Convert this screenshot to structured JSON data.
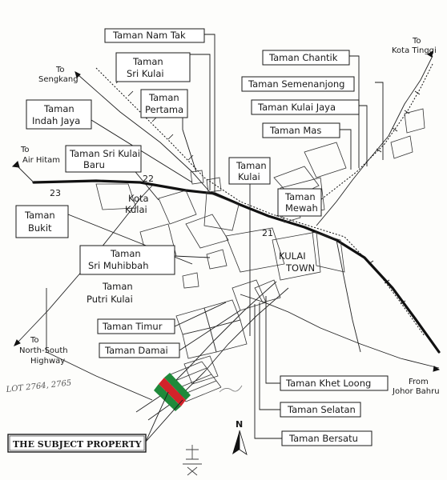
{
  "labels": {
    "nam_tak": [
      "Taman Nam Tak"
    ],
    "sri_kulai": [
      "Taman",
      "Sri Kulai"
    ],
    "pertama": [
      "Taman",
      "Pertama"
    ],
    "indah_jaya": [
      "Taman",
      "Indah Jaya"
    ],
    "sri_kulai_baru": [
      "Taman Sri Kulai",
      "Baru"
    ],
    "kulai": [
      "Taman",
      "Kulai"
    ],
    "chantik": [
      "Taman Chantik"
    ],
    "semenanjong": [
      "Taman Semenanjong"
    ],
    "kulai_jaya": [
      "Taman Kulai Jaya"
    ],
    "mas": [
      "Taman   Mas"
    ],
    "mewah": [
      "Taman",
      "Mewah"
    ],
    "bukit": [
      "Taman",
      "Bukit"
    ],
    "sri_muhibbah": [
      "Taman",
      "Sri Muhibbah"
    ],
    "timur": [
      "Taman Timur"
    ],
    "damai": [
      "Taman Damai"
    ],
    "khet_loong": [
      "Taman Khet Loong"
    ],
    "selatan": [
      "Taman Selatan"
    ],
    "bersatu": [
      "Taman Bersatu"
    ],
    "subject": [
      "THE SUBJECT PROPERTY"
    ]
  },
  "unboxed": {
    "kota_kulai": [
      "Kota",
      "Kulai"
    ],
    "kulai_town": [
      "KULAI",
      "TOWN"
    ],
    "putri_kulai": [
      "Taman",
      "Putri Kulai"
    ]
  },
  "directions": {
    "kota_tinggi": [
      "To",
      "Kota Tinggi"
    ],
    "sengkang": [
      "To",
      "Sengkang"
    ],
    "air_hitam": [
      "To",
      "Air Hitam"
    ],
    "north_south": [
      "To",
      "North-South",
      "Highway"
    ],
    "johor_bahru": [
      "From",
      "Johor Bahru"
    ]
  },
  "road_numbers": {
    "r22": "22",
    "r23": "23",
    "r21": "21"
  },
  "handwritten": {
    "lot": "LOT 2764, 2765"
  },
  "north_arrow": {
    "letter": "N"
  },
  "colors": {
    "subject_red": "#d2232a",
    "subject_green": "#1f8a3a",
    "ink": "#1a1a1a"
  }
}
